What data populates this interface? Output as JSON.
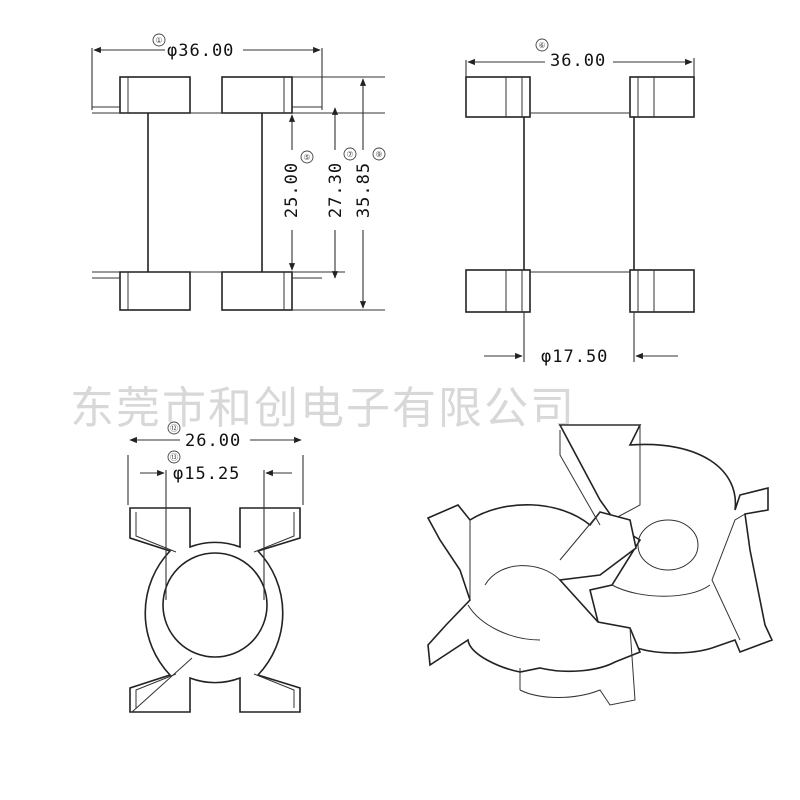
{
  "watermark": "东莞市和创电子有限公司",
  "front_view": {
    "dim_width": "φ36.00",
    "dim_width_ref": "①",
    "dim_inner_height": "25.00",
    "dim_inner_height_ref": "⑤",
    "dim_flange_height": "27.30",
    "dim_flange_height_ref": "⑦",
    "dim_total_height": "35.85",
    "dim_total_height_ref": "⑨"
  },
  "side_view": {
    "dim_width": "36.00",
    "dim_width_ref": "⑥",
    "dim_core_dia": "φ17.50"
  },
  "top_view": {
    "dim_outer": "26.00",
    "dim_outer_ref": "⑫",
    "dim_inner_dia": "φ15.25",
    "dim_inner_dia_ref": "⑬"
  }
}
